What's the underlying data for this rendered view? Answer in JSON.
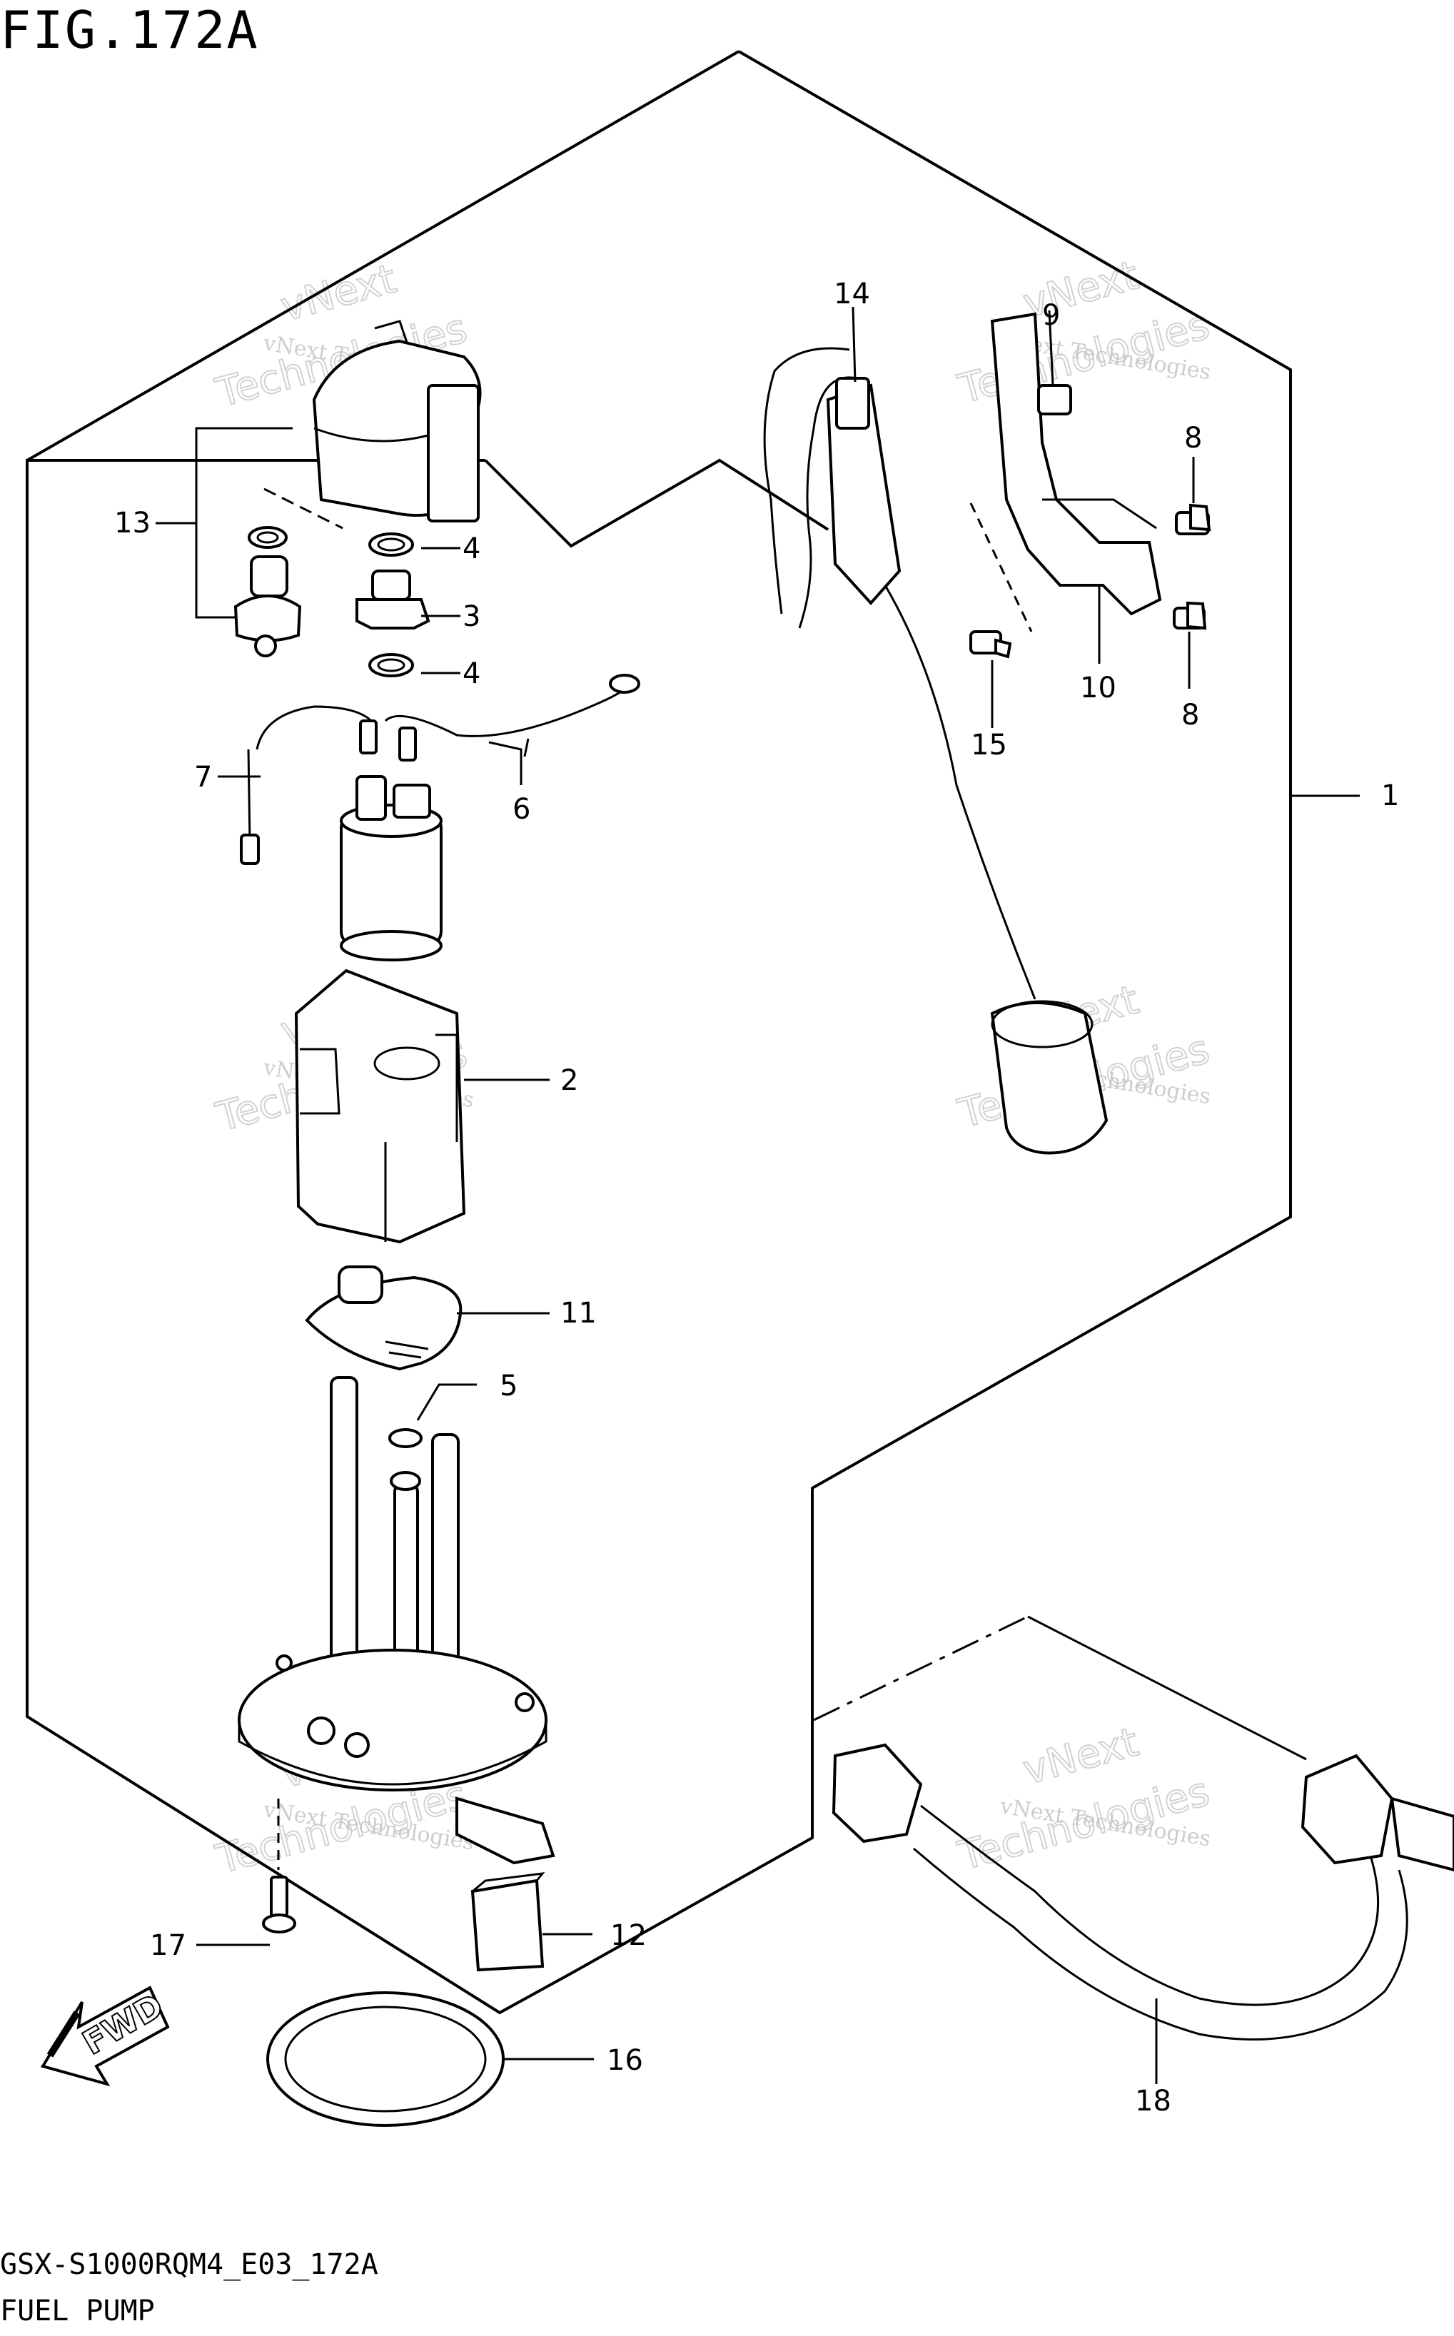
{
  "figure": {
    "title": "FIG.172A",
    "code": "GSX-S1000RQM4_E03_172A",
    "caption": "FUEL PUMP"
  },
  "watermark": {
    "line1": "vNext Technologies",
    "line2": "vNext",
    "line3": "Technologies"
  },
  "orientation": {
    "arrow_label": "FWD",
    "icon": "forward-arrow-icon"
  },
  "callouts": [
    {
      "id": "1",
      "label": "1",
      "part": "fuel-pump-assembly"
    },
    {
      "id": "2",
      "label": "2",
      "part": "pump-case"
    },
    {
      "id": "3",
      "label": "3",
      "part": "regulator"
    },
    {
      "id": "4a",
      "label": "4",
      "part": "o-ring-upper"
    },
    {
      "id": "4b",
      "label": "4",
      "part": "o-ring-lower"
    },
    {
      "id": "5",
      "label": "5",
      "part": "o-ring"
    },
    {
      "id": "6",
      "label": "6",
      "part": "lead-wire"
    },
    {
      "id": "7",
      "label": "7",
      "part": "lead-wire"
    },
    {
      "id": "8a",
      "label": "8",
      "part": "screw"
    },
    {
      "id": "8b",
      "label": "8",
      "part": "screw"
    },
    {
      "id": "9",
      "label": "9",
      "part": "bracket-clip"
    },
    {
      "id": "10",
      "label": "10",
      "part": "bracket"
    },
    {
      "id": "11",
      "label": "11",
      "part": "filter"
    },
    {
      "id": "12",
      "label": "12",
      "part": "protector"
    },
    {
      "id": "13",
      "label": "13",
      "part": "joint"
    },
    {
      "id": "14",
      "label": "14",
      "part": "fuel-level-gauge"
    },
    {
      "id": "15",
      "label": "15",
      "part": "screw"
    },
    {
      "id": "16",
      "label": "16",
      "part": "gasket"
    },
    {
      "id": "17",
      "label": "17",
      "part": "bolt"
    },
    {
      "id": "18",
      "label": "18",
      "part": "fuel-hose"
    }
  ]
}
